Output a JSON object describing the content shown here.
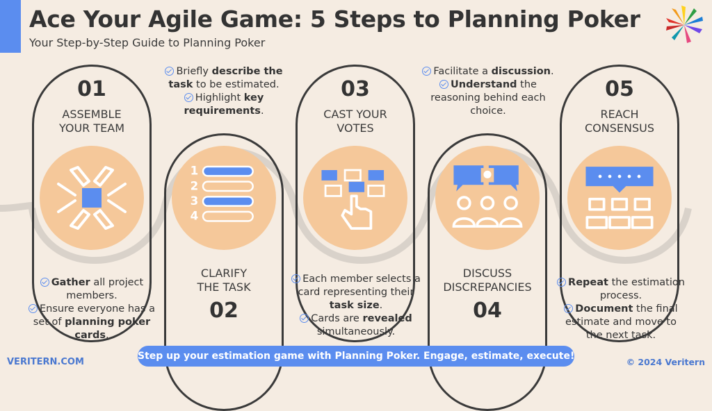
{
  "header": {
    "title": "Ace Your Agile Game: 5 Steps to Planning Poker",
    "subtitle": "Your Step-by-Step Guide to Planning Poker"
  },
  "steps": [
    {
      "number": "01",
      "title_l1": "ASSEMBLE",
      "title_l2": "YOUR TEAM",
      "icon": "hands-together-icon"
    },
    {
      "number": "02",
      "title_l1": "CLARIFY",
      "title_l2": "THE TASK",
      "icon": "numbered-list-icon"
    },
    {
      "number": "03",
      "title_l1": "CAST YOUR",
      "title_l2": "VOTES",
      "icon": "voting-cards-icon"
    },
    {
      "number": "04",
      "title_l1": "DISCUSS",
      "title_l2": "DISCREPANCIES",
      "icon": "discussion-group-icon"
    },
    {
      "number": "05",
      "title_l1": "REACH",
      "title_l2": "CONSENSUS",
      "icon": "consensus-group-icon"
    }
  ],
  "notes": {
    "s1": {
      "a_b": "Gather",
      "a_t": " all project",
      "a_t2": "members.",
      "b_t": "Ensure everyone has a",
      "b_t2": "set of ",
      "b_b": "planning poker",
      "b_b2": "cards",
      "b_t3": "."
    },
    "s2": {
      "a_t": "Briefly ",
      "a_b": "describe the",
      "a_b2": "task",
      "a_t2": " to be estimated.",
      "b_t": "Highlight ",
      "b_b": "key",
      "b_b2": "requirements",
      "b_t2": "."
    },
    "s3": {
      "a_t": "Each member selects a",
      "a_t2": "card representing their",
      "a_b": "task size",
      "a_t3": ".",
      "b_t": "Cards are ",
      "b_b": "revealed",
      "b_t2": "simultaneously."
    },
    "s4": {
      "a_t": "Facilitate a ",
      "a_b": "discussion",
      "a_t2": ".",
      "b_b": "Understand",
      "b_t": " the",
      "b_t2": "reasoning behind each",
      "b_t3": "choice."
    },
    "s5": {
      "a_b": "Repeat",
      "a_t": " the estimation",
      "a_t2": "process.",
      "b_b": "Document",
      "b_t": " the final",
      "b_t2": "estimate and move to",
      "b_t3": "the next task."
    }
  },
  "footer": {
    "banner": "Step up your estimation game with Planning Poker. Engage, estimate, execute!",
    "site": "VERITERN.COM",
    "copyright": "© 2024 Veritern"
  },
  "colors": {
    "accent": "#5b8def",
    "peach": "#f5c89a",
    "background": "#f5ece2",
    "outline": "#3a3a3a"
  }
}
